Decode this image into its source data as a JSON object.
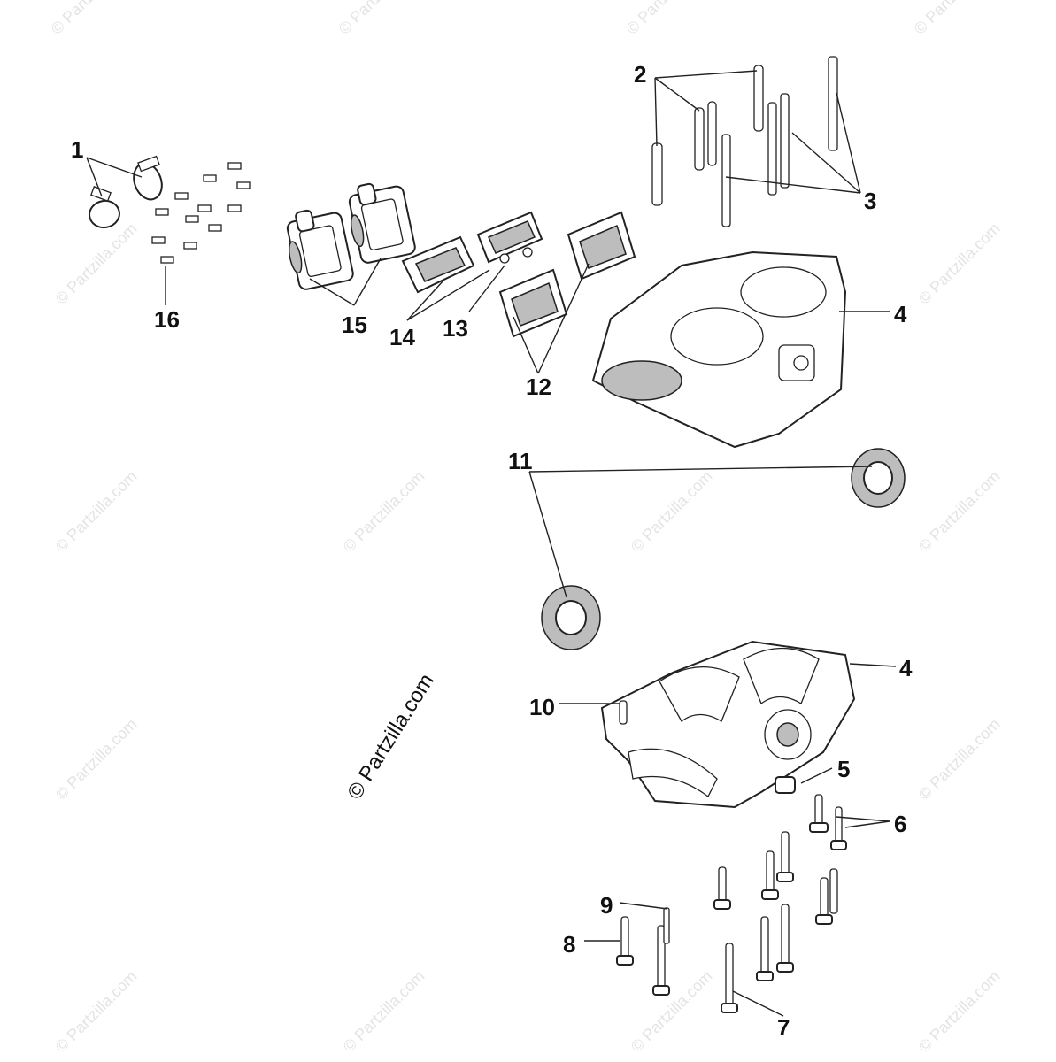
{
  "watermark_text": "© Partzilla.com",
  "copyright_text": "© Partzilla.com",
  "callouts": [
    {
      "id": "1",
      "label": "1"
    },
    {
      "id": "2",
      "label": "2"
    },
    {
      "id": "3",
      "label": "3"
    },
    {
      "id": "4a",
      "label": "4"
    },
    {
      "id": "4b",
      "label": "4"
    },
    {
      "id": "5",
      "label": "5"
    },
    {
      "id": "6",
      "label": "6"
    },
    {
      "id": "7",
      "label": "7"
    },
    {
      "id": "8",
      "label": "8"
    },
    {
      "id": "9",
      "label": "9"
    },
    {
      "id": "10",
      "label": "10"
    },
    {
      "id": "11",
      "label": "11"
    },
    {
      "id": "12",
      "label": "12"
    },
    {
      "id": "13",
      "label": "13"
    },
    {
      "id": "14",
      "label": "14"
    },
    {
      "id": "15",
      "label": "15"
    },
    {
      "id": "16",
      "label": "16"
    }
  ]
}
